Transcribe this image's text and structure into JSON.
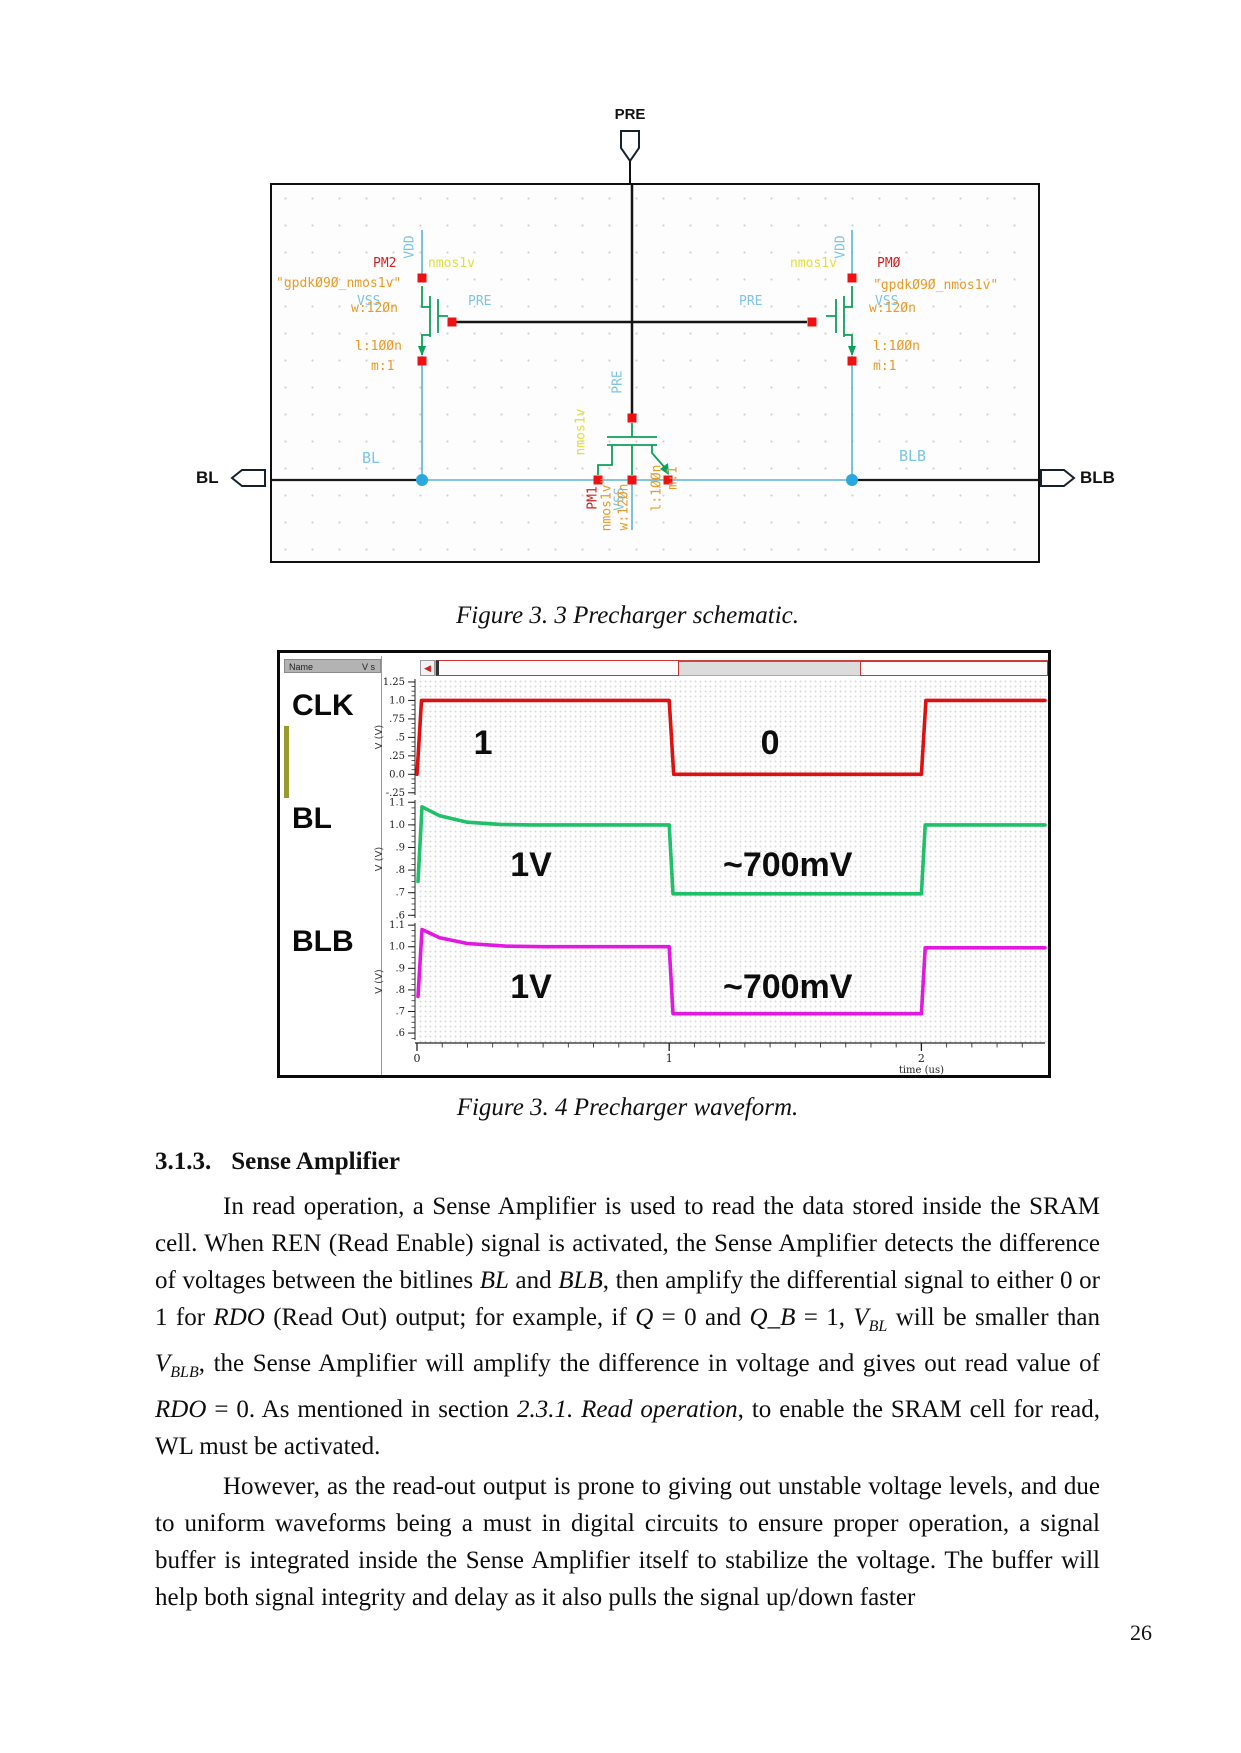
{
  "doc": {
    "figure3_3_caption": "Figure 3. 3 Precharger schematic.",
    "figure3_4_caption": "Figure 3. 4 Precharger waveform.",
    "heading": {
      "number": "3.1.3.",
      "title": "Sense Amplifier"
    },
    "page_number": "26",
    "p1": [
      {
        "t": "In read operation, a Sense Amplifier is used to read the data stored inside the SRAM cell. When REN (Read Enable) signal is activated, the Sense Amplifier detects the difference of voltages between the bitlines "
      },
      {
        "t": "BL",
        "i": true
      },
      {
        "t": " and "
      },
      {
        "t": "BLB",
        "i": true
      },
      {
        "t": ", then amplify the differential signal to either 0 or 1 for "
      },
      {
        "t": "RDO",
        "i": true
      },
      {
        "t": " (Read Out) output; for example, if "
      },
      {
        "t": "Q",
        "i": true
      },
      {
        "t": " = 0 and "
      },
      {
        "t": "Q_B",
        "i": true
      },
      {
        "t": " = 1, "
      },
      {
        "t": "V",
        "i": true
      },
      {
        "t": "BL",
        "i": true,
        "sub": true
      },
      {
        "t": " will be smaller than "
      },
      {
        "t": "V",
        "i": true
      },
      {
        "t": "BLB",
        "i": true,
        "sub": true
      },
      {
        "t": ", the Sense Amplifier will amplify the difference in voltage and gives out read value of "
      },
      {
        "t": "RDO",
        "i": true
      },
      {
        "t": " = 0. As mentioned in section "
      },
      {
        "t": "2.3.1. Read operation",
        "i": true
      },
      {
        "t": ", to enable the SRAM cell for read, WL must be activated."
      }
    ],
    "p2": [
      {
        "t": "However, as the read-out output is prone to giving out unstable voltage levels, and due to uniform waveforms being a must in digital circuits to ensure proper operation, a signal buffer is integrated inside the Sense Amplifier itself to stabilize the voltage. The buffer will help both signal integrity and delay as it also pulls the signal up/down faster"
      }
    ]
  },
  "schematic": {
    "pins": {
      "top": "PRE",
      "left": "BL",
      "right": "BLB"
    },
    "net_labels": {
      "bl": "BL",
      "blb": "BLB"
    },
    "left_fet": {
      "vdd": "VDD",
      "name": "PM2",
      "model": "nmos1v",
      "cell": "\"gpdkØ9Ø_nmos1v\"",
      "vss": "VSS",
      "w": "w:12Øn",
      "pre": "PRE",
      "l": "l:1ØØn",
      "m": "m:1"
    },
    "right_fet": {
      "vdd": "VDD",
      "name": "PMØ",
      "model": "nmos1v",
      "cell": "\"gpdkØ9Ø_nmos1v\"",
      "vss": "VSS",
      "w": "w:12Øn",
      "pre": "PRE",
      "l": "l:1ØØn",
      "m": "m:1"
    },
    "mid_fet": {
      "pre": "PRE",
      "model": "nmos1v",
      "name": "PM1",
      "cell": "nmos1v\"",
      "vss": "VSS",
      "w": "w:12Øn",
      "l": "l:1ØØn",
      "m": "m:1"
    },
    "colors": {
      "wire_cyan": "#5ab4d6",
      "symbol_green": "#0ca05a",
      "square_red": "#ee1111",
      "dot_cyan": "#29a8e0"
    }
  },
  "waveform_window": {
    "columns": {
      "name": "Name",
      "vis": "V s"
    },
    "signals": [
      "CLK",
      "BL",
      "BLB"
    ],
    "scroll_arrow": "◀"
  },
  "chart_data": {
    "type": "line",
    "xlabel": "time (us)",
    "xlim": [
      0,
      2.49
    ],
    "xticks": [
      {
        "t": 0,
        "label": "0"
      },
      {
        "t": 1,
        "label": "1"
      },
      {
        "t": 2,
        "label": "2"
      }
    ],
    "minor_tick_us": 0.1,
    "panels": [
      {
        "signal": "CLK",
        "color": "#dd1111",
        "ylabel": "V (V)",
        "v_top": 1.29,
        "v_bottom": -0.28,
        "yticks": [
          {
            "v": 1.25,
            "label": "1.25"
          },
          {
            "v": 1.0,
            "label": "1.0"
          },
          {
            "v": 0.75,
            "label": ".75"
          },
          {
            "v": 0.5,
            "label": ".5"
          },
          {
            "v": 0.25,
            "label": ".25"
          },
          {
            "v": 0.0,
            "label": "0.0"
          },
          {
            "v": -0.25,
            "label": "-.25"
          }
        ],
        "points": [
          [
            0,
            0
          ],
          [
            0.018,
            1
          ],
          [
            1.0,
            1
          ],
          [
            1.018,
            0
          ],
          [
            2.0,
            0
          ],
          [
            2.018,
            1
          ],
          [
            2.49,
            1
          ]
        ],
        "annotations": [
          {
            "text": "1",
            "t": 0.262,
            "v": 0.44
          },
          {
            "text": "0",
            "t": 1.4,
            "v": 0.44
          }
        ]
      },
      {
        "signal": "BL",
        "color": "#1fc06a",
        "ylabel": "V (V)",
        "v_top": 1.11,
        "v_bottom": 0.588,
        "yticks": [
          {
            "v": 1.1,
            "label": "1.1"
          },
          {
            "v": 1.0,
            "label": "1.0"
          },
          {
            "v": 0.9,
            "label": ".9"
          },
          {
            "v": 0.8,
            "label": ".8"
          },
          {
            "v": 0.7,
            "label": ".7"
          },
          {
            "v": 0.6,
            "label": ".6"
          }
        ],
        "points": [
          [
            0.004,
            0.75
          ],
          [
            0.02,
            1.08
          ],
          [
            0.09,
            1.04
          ],
          [
            0.2,
            1.012
          ],
          [
            0.33,
            1.002
          ],
          [
            0.45,
            1.0
          ],
          [
            1.0,
            1.0
          ],
          [
            1.015,
            0.695
          ],
          [
            2.0,
            0.695
          ],
          [
            2.015,
            1.0
          ],
          [
            2.49,
            1.0
          ]
        ],
        "annotations": [
          {
            "text": "1V",
            "t": 0.452,
            "v": 0.826
          },
          {
            "text": "~700mV",
            "t": 1.47,
            "v": 0.826
          }
        ]
      },
      {
        "signal": "BLB",
        "color": "#e018e0",
        "ylabel": "V (V)",
        "v_top": 1.11,
        "v_bottom": 0.568,
        "yticks": [
          {
            "v": 1.1,
            "label": "1.1"
          },
          {
            "v": 1.0,
            "label": "1.0"
          },
          {
            "v": 0.9,
            "label": ".9"
          },
          {
            "v": 0.8,
            "label": ".8"
          },
          {
            "v": 0.7,
            "label": ".7"
          },
          {
            "v": 0.6,
            "label": ".6"
          }
        ],
        "points": [
          [
            0.004,
            0.77
          ],
          [
            0.02,
            1.08
          ],
          [
            0.09,
            1.042
          ],
          [
            0.2,
            1.015
          ],
          [
            0.35,
            1.003
          ],
          [
            0.5,
            1.0
          ],
          [
            1.0,
            1.0
          ],
          [
            1.015,
            0.69
          ],
          [
            2.0,
            0.69
          ],
          [
            2.015,
            0.995
          ],
          [
            2.49,
            0.995
          ]
        ],
        "annotations": [
          {
            "text": "1V",
            "t": 0.452,
            "v": 0.818
          },
          {
            "text": "~700mV",
            "t": 1.47,
            "v": 0.818
          }
        ]
      }
    ]
  }
}
